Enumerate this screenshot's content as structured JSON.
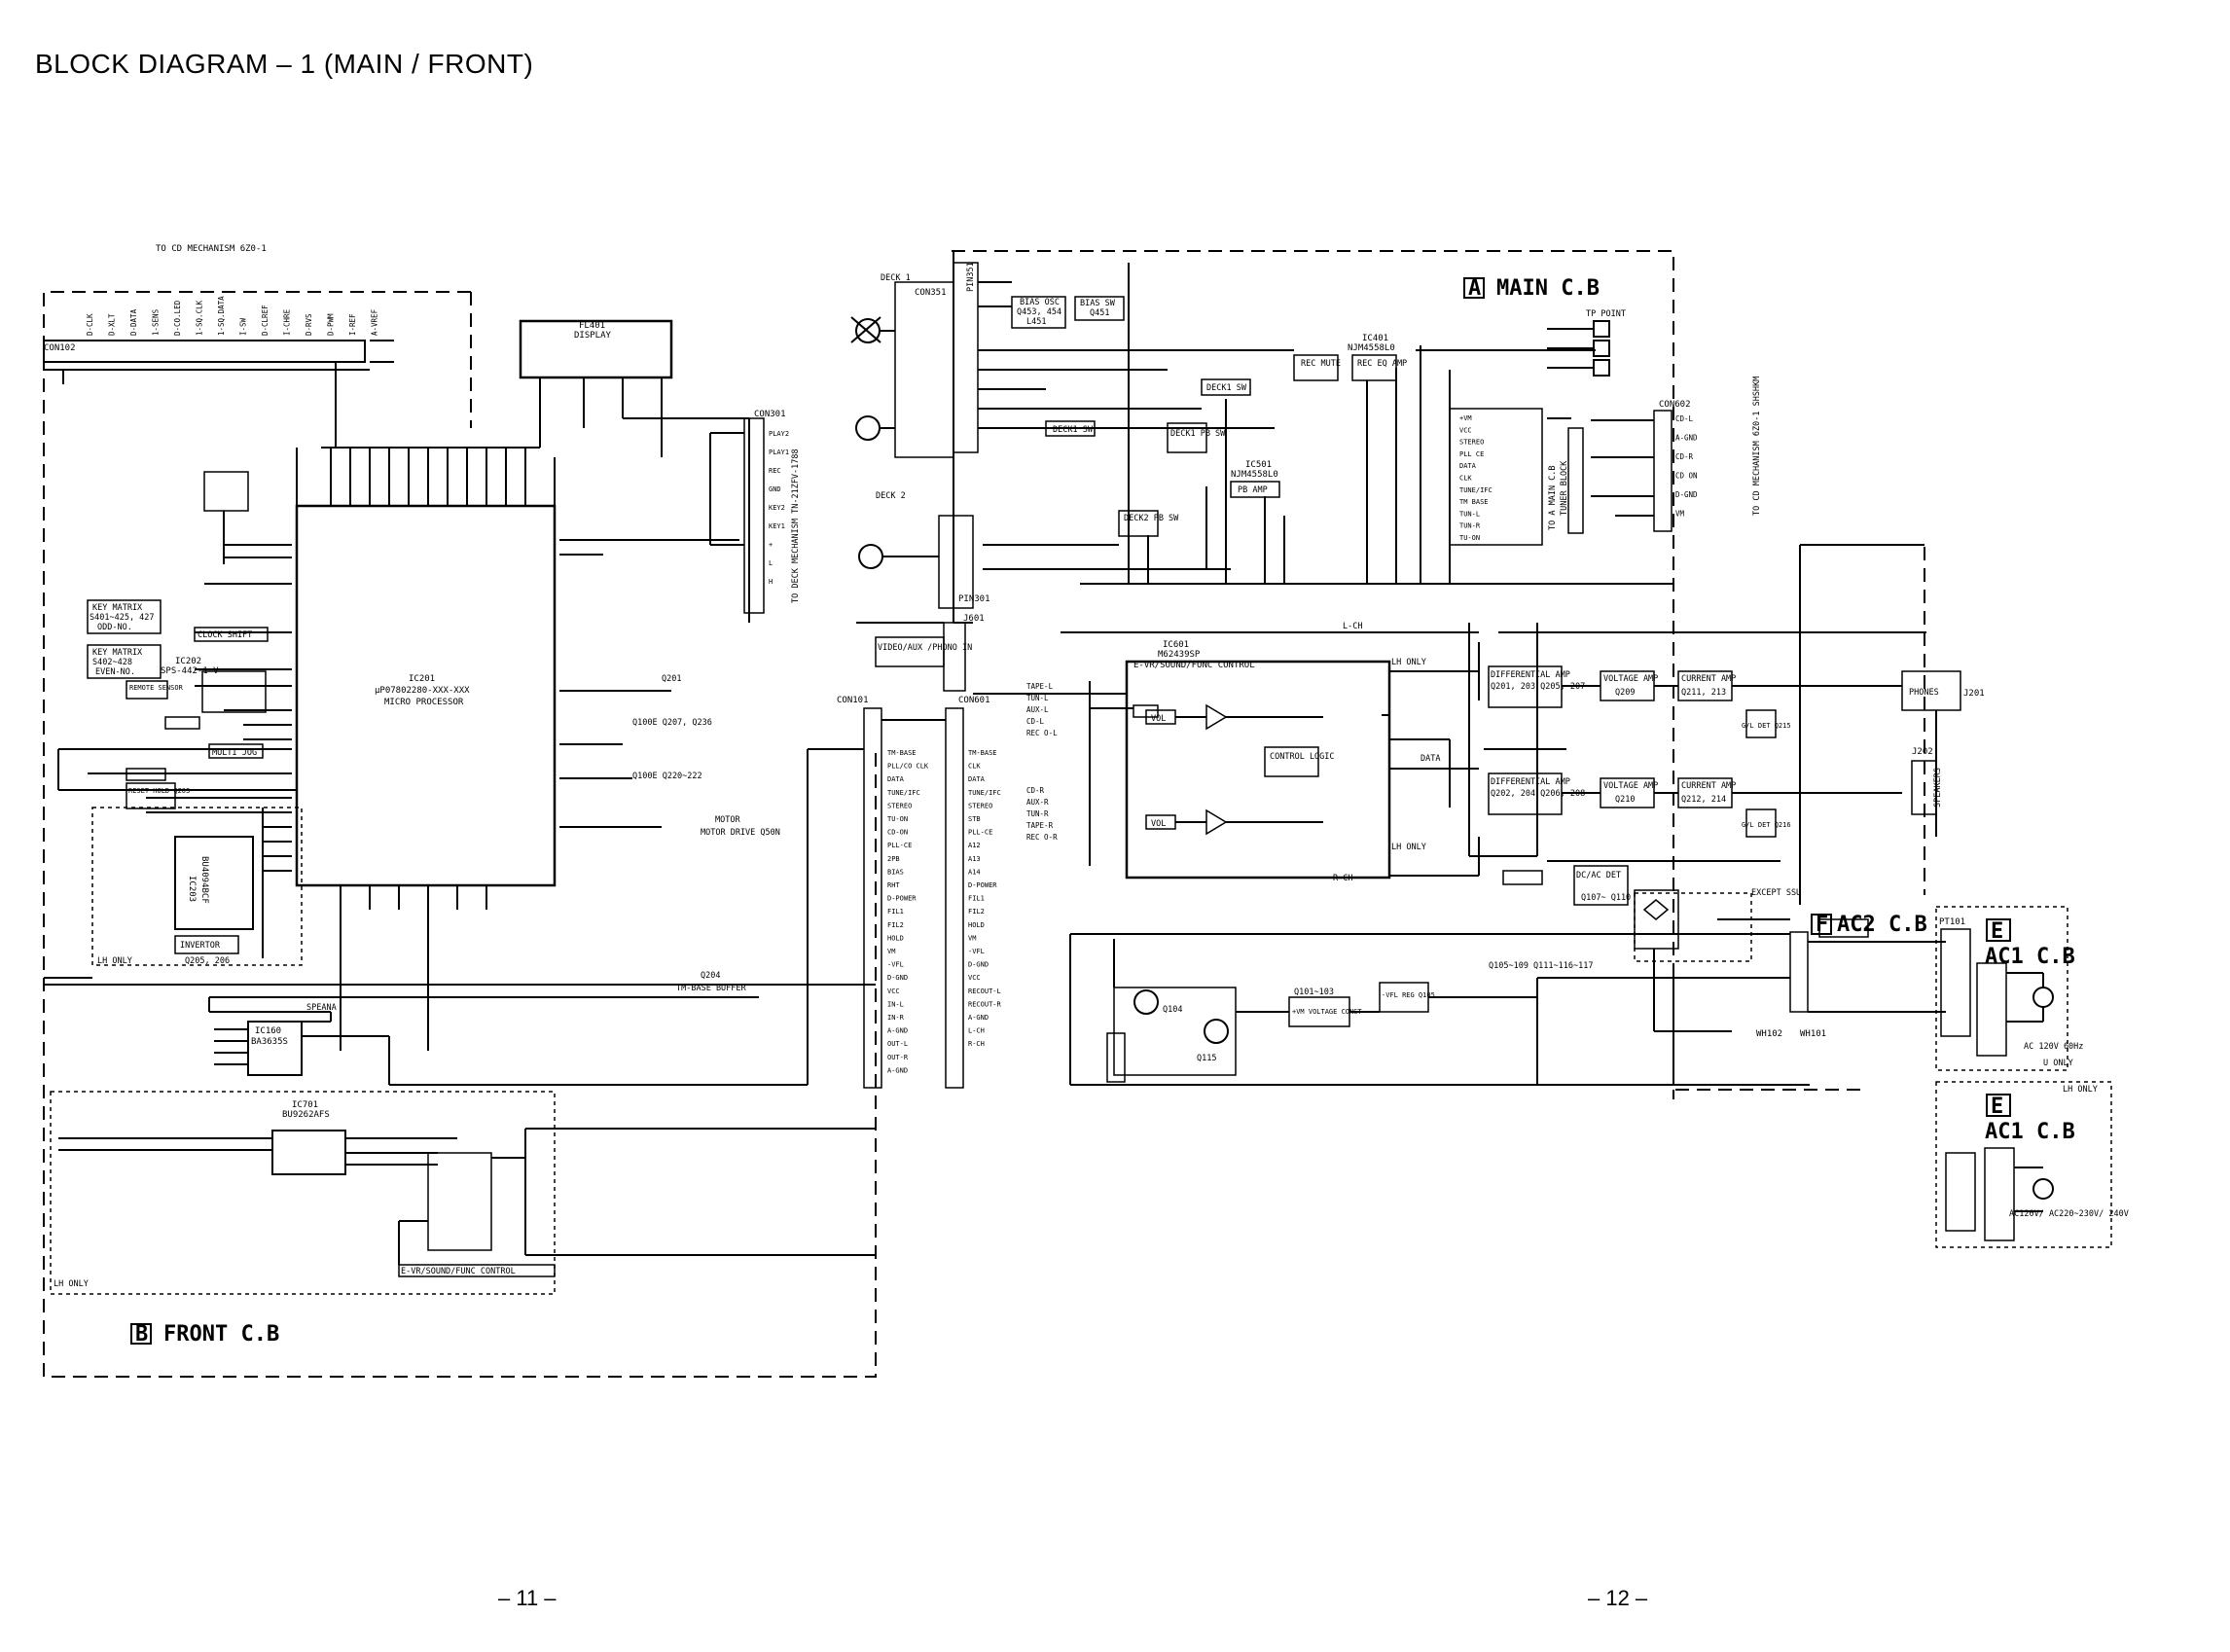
{
  "title": "BLOCK DIAGRAM – 1 (MAIN / FRONT)",
  "page_left": "– 11 –",
  "page_right": "– 12 –",
  "boards": {
    "main": "MAIN C.B",
    "main_letter": "A",
    "front": "FRONT C.B",
    "front_letter": "B",
    "ac2": "AC2 C.B",
    "ac2_letter": "F",
    "ac1": "AC1 C.B",
    "ac1_letter": "E"
  },
  "connectors": {
    "con102": "CON102",
    "to_cd": "TO CD MECHANISM 6Z0-1",
    "con301": "CON301",
    "con351": "CON351",
    "pin351": "PIN351",
    "pin301": "PIN301",
    "con101": "CON101",
    "con601": "CON601",
    "con602": "CON602",
    "to_deck": "TO DECK MECHANISM TN-21ZFV-1788",
    "to_cd_right": "TO CD MECHANISM 6Z0-1 SHSHKM",
    "wh101": "WH101",
    "wh102": "WH102",
    "j601": "J601",
    "j201": "J201",
    "j202": "J202",
    "pt101": "PT101"
  },
  "ics": {
    "ic201": "IC201",
    "ic201_part": "µP07802280-XXX-XXX",
    "ic201_func": "MICRO PROCESSOR",
    "fl401": "FL401",
    "fl401_func": "DISPLAY",
    "ic601": "IC601",
    "ic601_part": "M62439SP",
    "ic601_func": "E-VR/SOUND/FUNC CONTROL",
    "ic401": "IC401",
    "ic401_part": "NJM4558L0",
    "ic501": "IC501",
    "ic501_part": "NJM4558L0",
    "ic160": "IC160",
    "ic160_part": "BA3635S",
    "ic701": "IC701",
    "ic701_part": "BU9262AFS",
    "ic202": "IC202",
    "ic202_part": "SPS-442-1-V",
    "ic203": "IC203",
    "ic203_part": "BU4094BCF"
  },
  "blocks": {
    "deck1": "DECK 1",
    "deck2": "DECK 2",
    "bias_osc": "BIAS OSC",
    "bias_osc_refs": "Q453, 454",
    "bias_osc_l": "L451",
    "bias_sw": "BIAS SW",
    "bias_sw_ref": "Q451",
    "deck1_sw": "DECK1 SW",
    "deck1_pbsw": "DECK1 PB SW",
    "deck2_pbsw": "DECK2 PB SW",
    "rec_mute": "REC MUTE",
    "rec_eq_amp": "REC EQ AMP",
    "pb_amp": "PB AMP",
    "tp_point": "TP POINT",
    "video_aux": "VIDEO/AUX /PHONO IN",
    "vol": "VOL",
    "control_logic": "CONTROL LOGIC",
    "diff_amp": "DIFFERENTIAL AMP",
    "diff_amp_refs_1": "Q201, 203 Q205, 207",
    "diff_amp_refs_2": "Q202, 204 Q206, 208",
    "voltage_amp": "VOLTAGE AMP",
    "voltage_amp_ref_1": "Q209",
    "voltage_amp_ref_2": "Q210",
    "current_amp": "CURRENT AMP",
    "current_amp_ref_1": "Q211, 213",
    "current_amp_ref_2": "Q212, 214",
    "gl_det_1": "G/L DET Q215",
    "gl_det_2": "G/L DET Q216",
    "phones": "PHONES",
    "speakers": "SPEAKERS",
    "key_matrix_1": "KEY MATRIX",
    "key_matrix_1_refs": "S401~425, 427",
    "key_matrix_1_sub": "ODD-NO.",
    "key_matrix_2": "KEY MATRIX",
    "key_matrix_2_refs": "S402~428",
    "key_matrix_2_sub": "EVEN-NO.",
    "clock_shift": "CLOCK SHIFT",
    "remote_sensor": "REMOTE SENSOR",
    "multi_jog": "MULTI JOG",
    "reset_hold": "RESET HOLD Q203",
    "inverter": "INVERTOR",
    "inverter_refs": "Q205, 206",
    "q100e": "Q100E Q207, Q236",
    "q100e_2": "Q100E Q220~222",
    "motor": "MOTOR",
    "motor_sub": "MOTOR DRIVE Q50N",
    "tm_base_buffer": "TM-BASE BUFFER",
    "q204": "Q204",
    "dc_ac_det": "DC/AC DET",
    "dc_ac_refs": "Q107~ Q110",
    "vm_voltage": "+VM VOLTAGE CONST",
    "vm_voltage_refs": "Q101~103",
    "vfl_reg": "-VFL REG Q105",
    "q105_refs": "Q105~109 Q111~116~117",
    "q104": "Q104",
    "q115": "Q115",
    "q201": "Q201",
    "speana": "SPEANA",
    "e_vr_sound": "E-VR/SOUND/FUNC CONTROL",
    "lh_only": "LH ONLY",
    "u_only": "U ONLY",
    "except": "EXCEPT SSU",
    "ac_1": "AC 120V 60Hz",
    "ac_2": "AC120V/ AC220~230V/ 240V",
    "lch": "L-CH",
    "rch": "R-CH",
    "data": "DATA",
    "to_main": "TO A MAIN C.B",
    "tuner_block": "TUNER BLOCK"
  },
  "con102_pins": [
    "D-CLK",
    "D-XLT",
    "D-DATA",
    "1-SENS",
    "D-CO.LED",
    "1-SQ.CLK",
    "1-SQ.DATA",
    "I-SW",
    "D-CLREF",
    "I-CHRE",
    "D-RVS",
    "D-PWM",
    "I-REF",
    "A-VREF"
  ],
  "con101_signals": [
    "TM-BASE",
    "PLL/CO CLK",
    "DATA",
    "TUNE/IFC",
    "STEREO",
    "TU-ON",
    "CD-ON",
    "PLL-CE",
    "2PB",
    "BIAS",
    "RHT",
    "D-POWER",
    "FIL1",
    "FIL2",
    "HOLD",
    "VM",
    "-VFL",
    "D-GND",
    "VCC",
    "IN-L",
    "IN-R",
    "A-GND",
    "OUT-L",
    "OUT-R",
    "A-GND"
  ],
  "con601_signals": [
    "TM-BASE",
    "CLK",
    "DATA",
    "TUNE/IFC",
    "STEREO",
    "STB",
    "PLL-CE",
    "A12",
    "A13",
    "A14",
    "D-POWER",
    "FIL1",
    "FIL2",
    "HOLD",
    "VM",
    "-VFL",
    "D-GND",
    "VCC",
    "RECOUT-L",
    "RECOUT-R",
    "A-GND",
    "L-CH",
    "R-CH"
  ],
  "tuner_lines": [
    "+VM",
    "VCC",
    "STEREO",
    "PLL CE",
    "DATA",
    "CLK",
    "TUNE/IFC",
    "TM BASE",
    "TUN-L",
    "TUN-R",
    "TU-ON"
  ],
  "con602_pins": [
    "CD-L",
    "A-GND",
    "CD-R",
    "CD ON",
    "D-GND",
    "VM"
  ],
  "con301_pins": [
    "PLAY2",
    "PLAY1",
    "REC",
    "GND",
    "KEY2",
    "KEY1",
    "+",
    "L",
    "H"
  ],
  "ic601_inputs": [
    "TAPE-L",
    "TUN-L",
    "AUX-L",
    "CD-L",
    "REC O-L",
    "CD-R",
    "AUX-R",
    "TUN-R",
    "TAPE-R",
    "REC O-R"
  ]
}
